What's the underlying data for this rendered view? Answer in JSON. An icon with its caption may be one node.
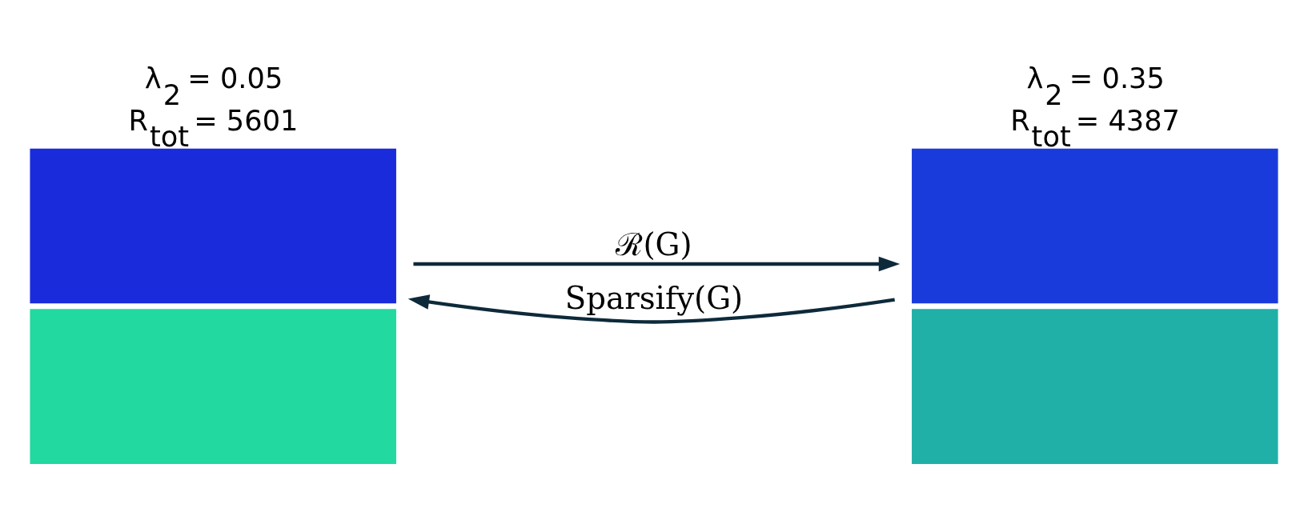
{
  "diagram": {
    "nodes": [
      {
        "text": [
          "λ$_{2}$ = 0.05",
          "R$_{tot}$ = 5601"
        ]
      },
      {
        "text": [
          "λ$_{2}$ = 0.35",
          "R$_{tot}$ = 4387"
        ]
      }
    ],
    "edges": [
      {
        "from": 0,
        "to": 1,
        "arrow": "to",
        "label": "ℛ(G)"
      },
      {
        "from": 1,
        "to": 0,
        "arrow": "to",
        "label": "Sparsify(G)"
      }
    ]
  }
}
